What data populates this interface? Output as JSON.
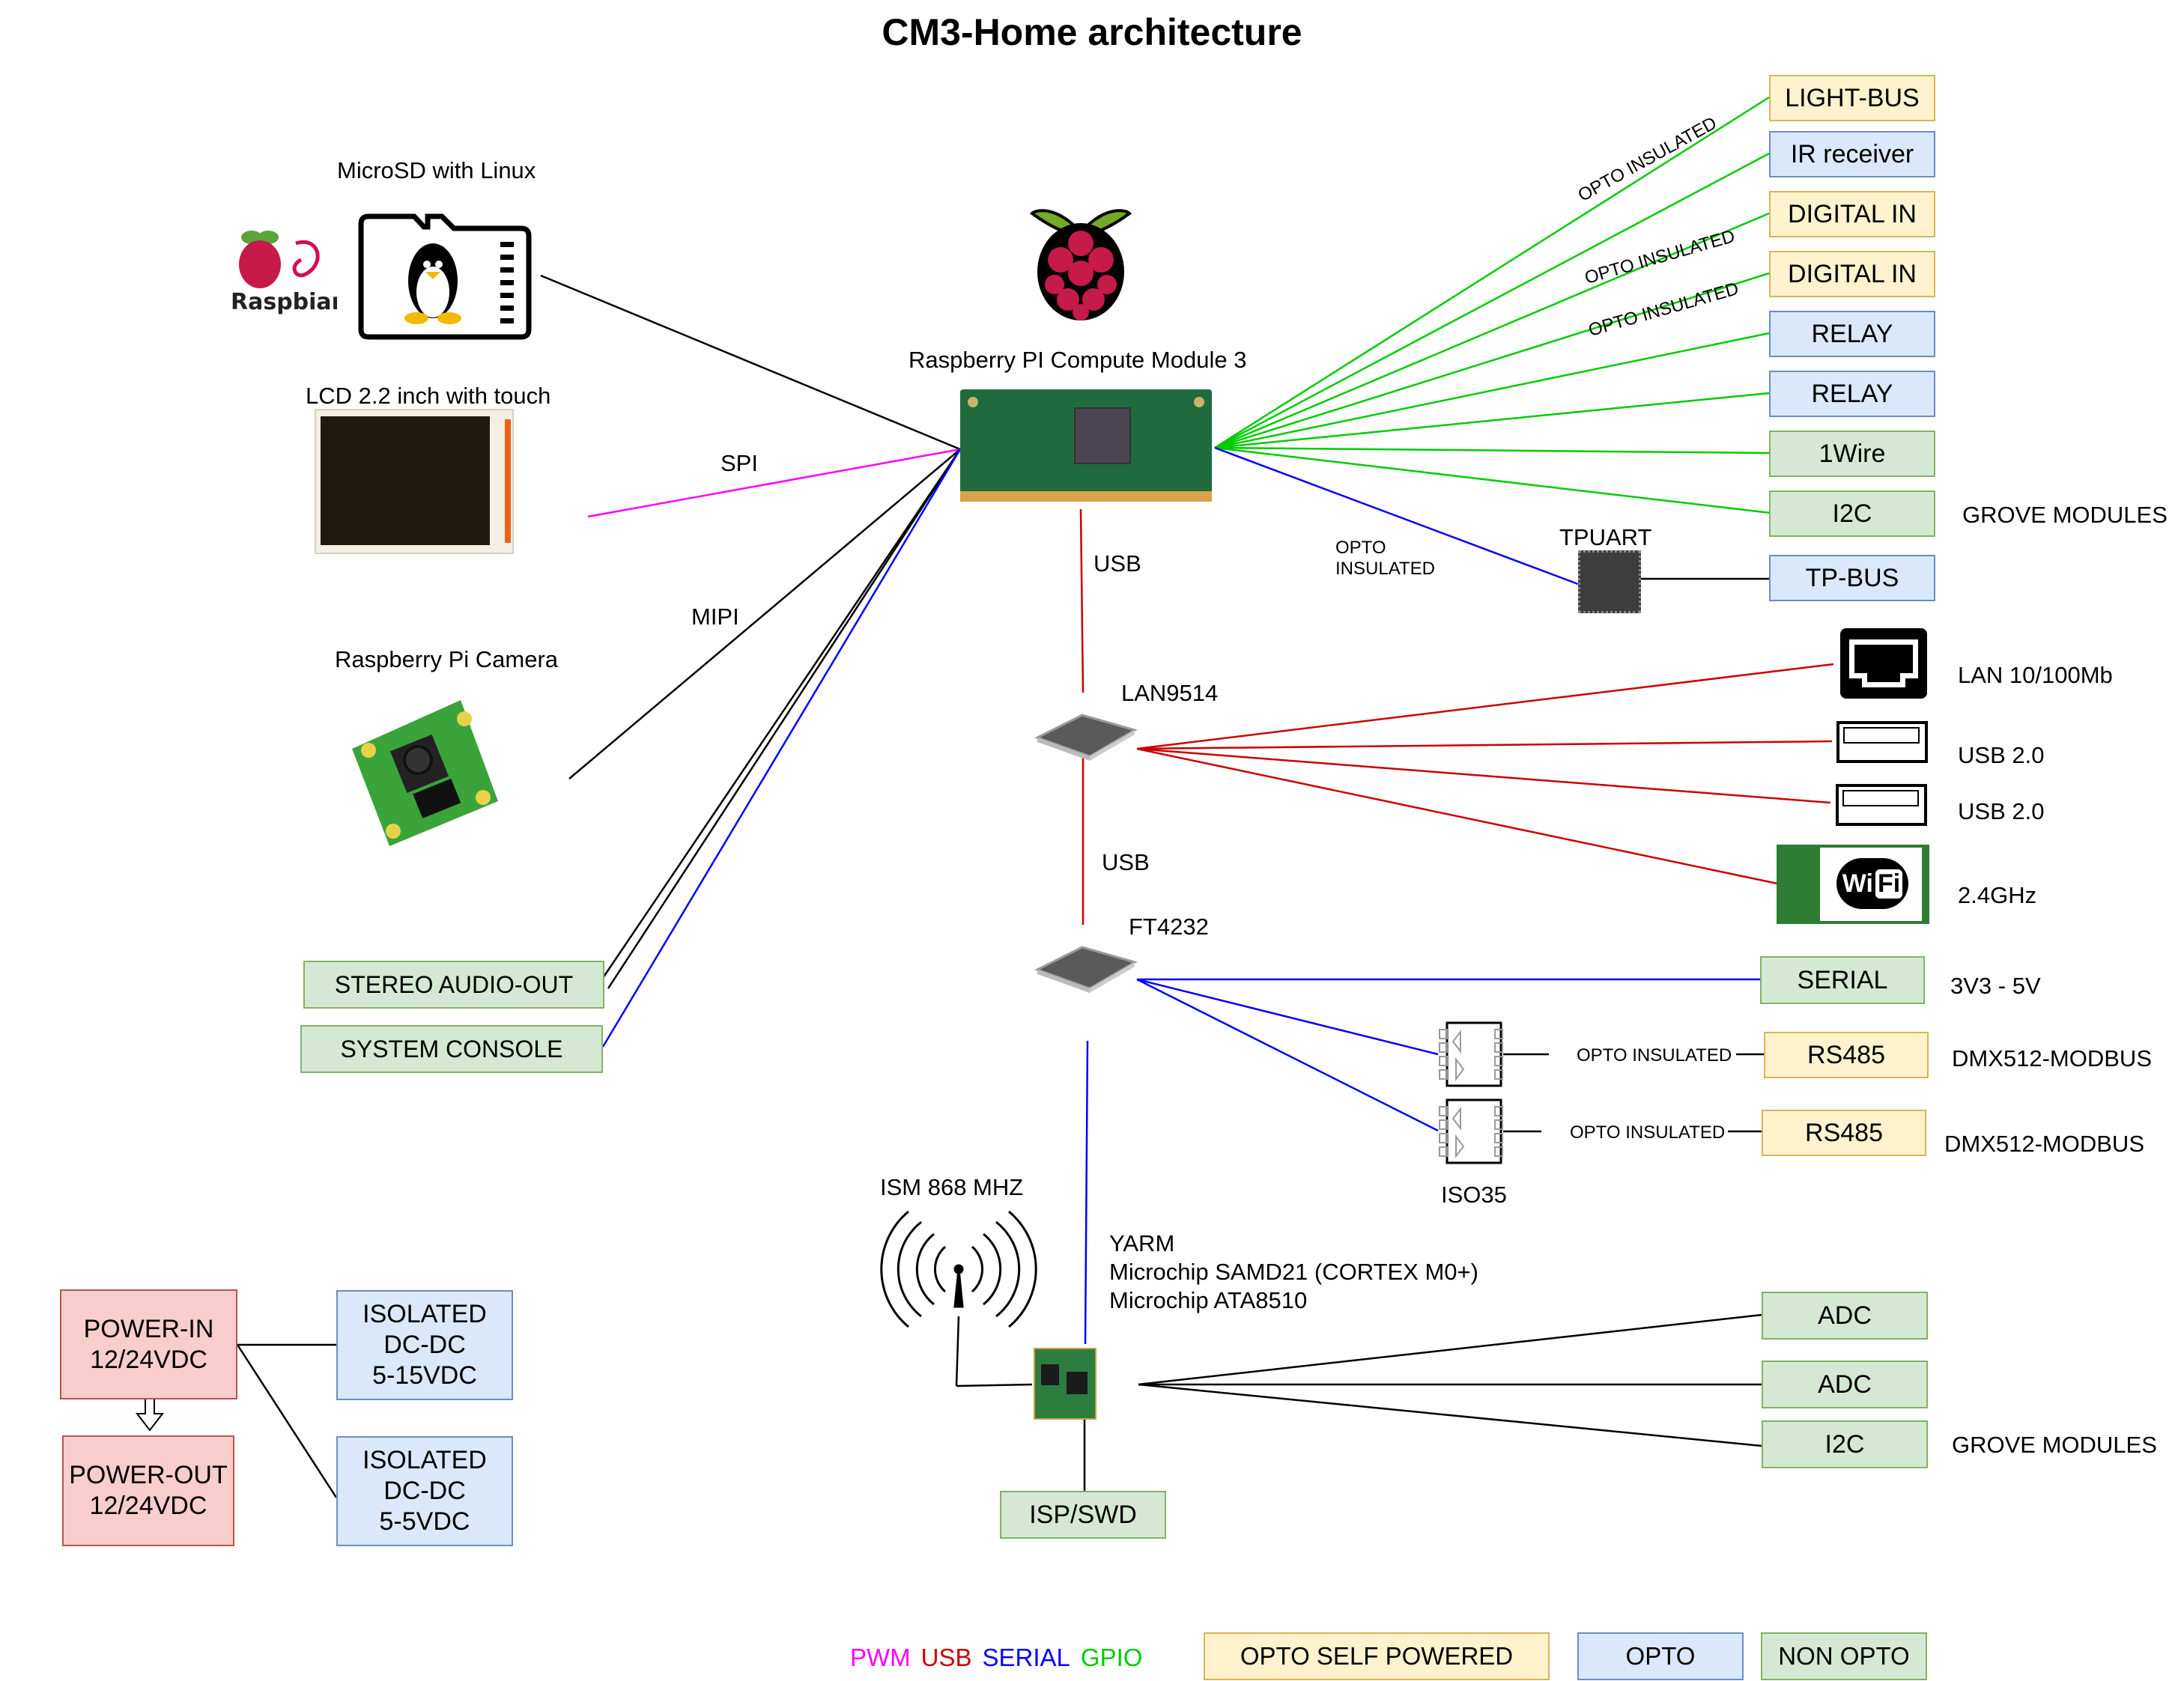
{
  "title": "CM3-Home architecture",
  "core": {
    "cm3_label": "Raspberry PI Compute Module 3",
    "raspbian_label": "Raspbian",
    "microsd_label": "MicroSD with Linux",
    "lcd_label": "LCD 2.2 inch with touch",
    "camera_label": "Raspberry Pi Camera",
    "spi_label": "SPI",
    "mipi_label": "MIPI",
    "usb_label_1": "USB",
    "usb_label_2": "USB",
    "lan_chip_label": "LAN9514",
    "ft_chip_label": "FT4232",
    "tpuart_label": "TPUART",
    "tpuart_opto_line1": "OPTO",
    "tpuart_opto_line2": "INSULATED",
    "iso_label": "ISO35",
    "ism_label": "ISM 868 MHZ",
    "yarm_line1": "YARM",
    "yarm_line2": "Microchip SAMD21 (CORTEX M0+)",
    "yarm_line3": "Microchip ATA8510"
  },
  "left_boxes": {
    "audio": "STEREO AUDIO-OUT",
    "console": "SYSTEM CONSOLE"
  },
  "gpio_boxes": [
    {
      "label": "LIGHT-BUS",
      "type": "yellow"
    },
    {
      "label": "IR receiver",
      "type": "blue"
    },
    {
      "label": "DIGITAL IN",
      "type": "yellow"
    },
    {
      "label": "DIGITAL IN",
      "type": "yellow"
    },
    {
      "label": "RELAY",
      "type": "blue"
    },
    {
      "label": "RELAY",
      "type": "blue"
    },
    {
      "label": "1Wire",
      "type": "green"
    },
    {
      "label": "I2C",
      "type": "green"
    }
  ],
  "opto_insulated_labels": [
    "OPTO INSULATED",
    "OPTO INSULATED",
    "OPTO INSULATED"
  ],
  "grove_label_1": "GROVE MODULES",
  "tpbus_label": "TP-BUS",
  "lan_outputs": [
    {
      "label": "LAN 10/100Mb",
      "icon": "ethernet-port-icon"
    },
    {
      "label": "USB 2.0",
      "icon": "usb-port-icon"
    },
    {
      "label": "USB 2.0",
      "icon": "usb-port-icon"
    },
    {
      "label": "2.4GHz",
      "icon": "wifi-module-icon"
    }
  ],
  "wifi_badge": {
    "wi": "Wi",
    "fi": "Fi"
  },
  "serial": {
    "label": "SERIAL",
    "note": "3V3 - 5V"
  },
  "rs485": [
    {
      "label": "RS485",
      "opto": "OPTO INSULATED",
      "note": "DMX512-MODBUS"
    },
    {
      "label": "RS485",
      "opto": "OPTO INSULATED",
      "note": "DMX512-MODBUS"
    }
  ],
  "yarm_outputs": [
    {
      "label": "ADC"
    },
    {
      "label": "ADC"
    },
    {
      "label": "I2C"
    }
  ],
  "grove_label_2": "GROVE MODULES",
  "isp_label": "ISP/SWD",
  "power": {
    "in": [
      "POWER-IN",
      "12/24VDC"
    ],
    "out": [
      "POWER-OUT",
      "12/24VDC"
    ],
    "dcdc1": [
      "ISOLATED",
      "DC-DC",
      "5-15VDC"
    ],
    "dcdc2": [
      "ISOLATED",
      "DC-DC",
      "5-5VDC"
    ]
  },
  "legend": {
    "lines": [
      {
        "label": "PWM",
        "color": "#ff00ff"
      },
      {
        "label": "USB",
        "color": "#cc0000"
      },
      {
        "label": "SERIAL",
        "color": "#0000ff"
      },
      {
        "label": "GPIO",
        "color": "#00cc00"
      }
    ],
    "boxes": [
      {
        "label": "OPTO SELF POWERED",
        "type": "yellow"
      },
      {
        "label": "OPTO",
        "type": "blue"
      },
      {
        "label": "NON OPTO",
        "type": "green"
      }
    ]
  },
  "colors": {
    "pwm": "#ff00ff",
    "usb": "#cc0000",
    "serial": "#0000ff",
    "gpio": "#00cc00",
    "black": "#000000"
  }
}
